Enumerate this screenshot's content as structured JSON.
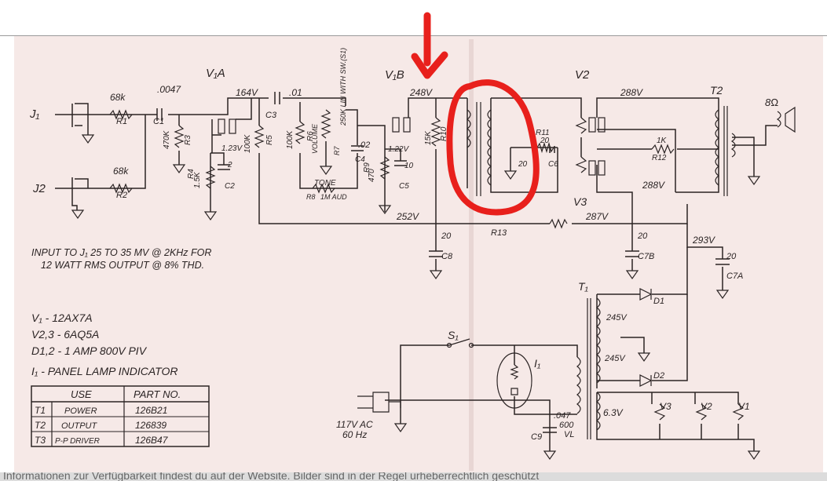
{
  "labels": {
    "j1": "J₁",
    "j2": "J2",
    "r1v": "68k",
    "r1": "R1",
    "r2v": "68k",
    "r2": "R2",
    "c1v": ".0047",
    "c1": "C1",
    "r3v": "470K",
    "r3": "R3",
    "r4v": "1.5K",
    "r4": "R4",
    "c2v": "2",
    "c2": "C2",
    "v123": "1.23V",
    "v1a": "V₁A",
    "v1b": "V₁B",
    "v2": "V2",
    "v3": "V3",
    "v164": "164V",
    "c3v": ".01",
    "c3": "C3",
    "r5v": "100K",
    "r5": "R5",
    "r6v": "100K",
    "r6": "R6",
    "vol": "250K LIN WITH SW.(S1)",
    "volume": "VOLUME",
    "r7": "R7",
    "c4v": ".02",
    "c4": "C4",
    "tone": "TONE",
    "r8": "R8",
    "r8v": "1M AUD",
    "v248": "248V",
    "v122": "1.22V",
    "r9v": "470",
    "r9": "R9",
    "c5v": "10",
    "c5": "C5",
    "r10v": "15K",
    "r10": "R10",
    "r11": "R11",
    "r11v": "20",
    "c6": "C6",
    "c6v": "20",
    "v288a": "288V",
    "v288b": "288V",
    "t2": "T2",
    "r12v": "1K",
    "r12": "R12",
    "spk": "8Ω",
    "v252": "252V",
    "v287": "287V",
    "r13": "R13",
    "c8v": "20",
    "c8": "C8",
    "c7bv": "20",
    "c7b": "C7B",
    "v293": "293V",
    "c7av": "20",
    "c7a": "C7A",
    "t1": "T₁",
    "d1": "D1",
    "d2": "D2",
    "v245a": "245V",
    "v245b": "245V",
    "v63": "6.3V",
    "fil3": "V3",
    "fil2": "V2",
    "fil1": "V1",
    "s1": "S₁",
    "i1": "I₁",
    "ac": "117V AC",
    "hz": "60 Hz",
    "c9": "C9",
    "c9v": ".047",
    "c9v2": "600",
    "c9v3": "VL"
  },
  "notes": {
    "line1": "INPUT TO J₁  25 TO 35 MV @ 2KHz FOR",
    "line2": "12 WATT RMS OUTPUT @ 8% THD."
  },
  "legend": [
    "V₁  -  12AX7A",
    "V2,3  -  6AQ5A",
    "D1,2  -  1 AMP 800V PIV",
    "I₁  -  PANEL LAMP INDICATOR"
  ],
  "parts_table": {
    "headers": [
      "",
      "USE",
      "PART NO."
    ],
    "rows": [
      [
        "T1",
        "POWER",
        "126B21"
      ],
      [
        "T2",
        "OUTPUT",
        "126839"
      ],
      [
        "T3",
        "P-P DRIVER",
        "126B47"
      ]
    ]
  },
  "footer_text": "Informationen zur Verfügbarkeit findest du auf der Website. Bilder sind in der Regel urheberrechtlich geschützt",
  "colors": {
    "paper": "#f6e9e7",
    "ink": "#2b2424",
    "highlight": "#e8201c"
  }
}
